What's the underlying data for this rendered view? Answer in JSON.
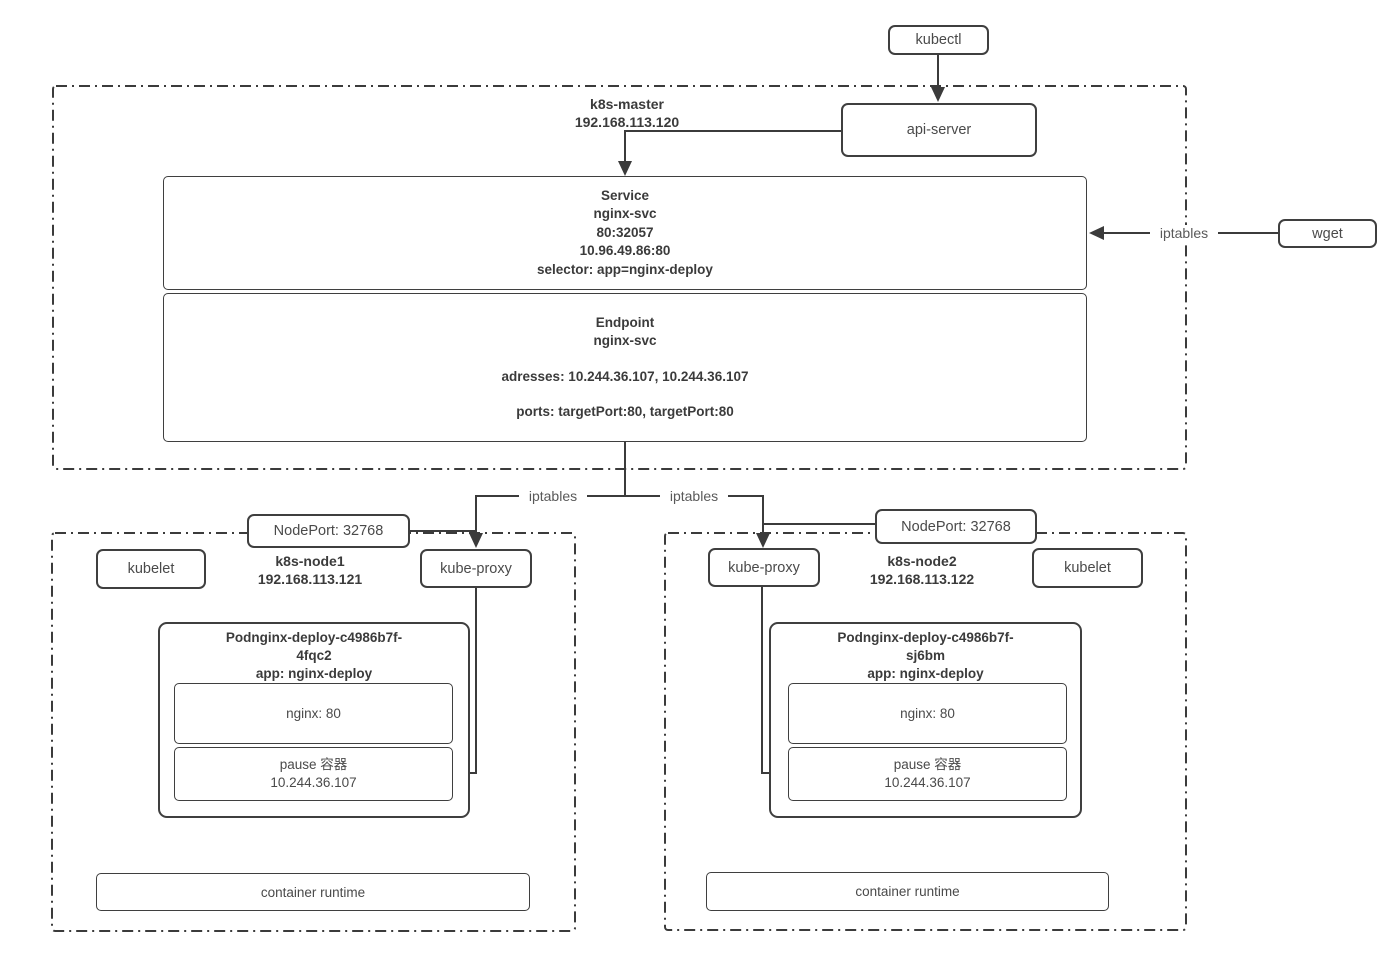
{
  "nodes": {
    "kubectl": {
      "label": "kubectl"
    },
    "api_server": {
      "label": "api-server"
    },
    "wget": {
      "label": "wget"
    },
    "master": {
      "name": "k8s-master",
      "ip": "192.168.113.120"
    },
    "service": {
      "title": "Service",
      "svc_name": "nginx-svc",
      "port_mapping": "80:32057",
      "cluster_ip": "10.96.49.86:80",
      "selector": "selector: app=nginx-deploy"
    },
    "endpoint": {
      "title": "Endpoint",
      "svc_name": "nginx-svc",
      "addresses": "adresses: 10.244.36.107, 10.244.36.107",
      "ports": "ports: targetPort:80, targetPort:80"
    },
    "node1": {
      "name": "k8s-node1",
      "ip": "192.168.113.121",
      "nodeport": "NodePort: 32768",
      "kubelet": "kubelet",
      "kube_proxy": "kube-proxy",
      "runtime": "container runtime",
      "pod": {
        "title1": "Podnginx-deploy-c4986b7f-",
        "title2": "4fqc2",
        "app_label": "app: nginx-deploy",
        "nginx": "nginx: 80",
        "pause": "pause 容器",
        "pause_ip": "10.244.36.107"
      }
    },
    "node2": {
      "name": "k8s-node2",
      "ip": "192.168.113.122",
      "nodeport": "NodePort: 32768",
      "kubelet": "kubelet",
      "kube_proxy": "kube-proxy",
      "runtime": "container runtime",
      "pod": {
        "title1": "Podnginx-deploy-c4986b7f-",
        "title2": "sj6bm",
        "app_label": "app: nginx-deploy",
        "nginx": "nginx: 80",
        "pause": "pause 容器",
        "pause_ip": "10.244.36.107"
      }
    }
  },
  "edges": {
    "iptables_label": "iptables"
  },
  "colors": {
    "line": "#3b3b3b",
    "border": "#3f3f3f",
    "text": "#4a4a4a",
    "text_bold": "#3b3b3b",
    "text_muted": "#595959"
  }
}
